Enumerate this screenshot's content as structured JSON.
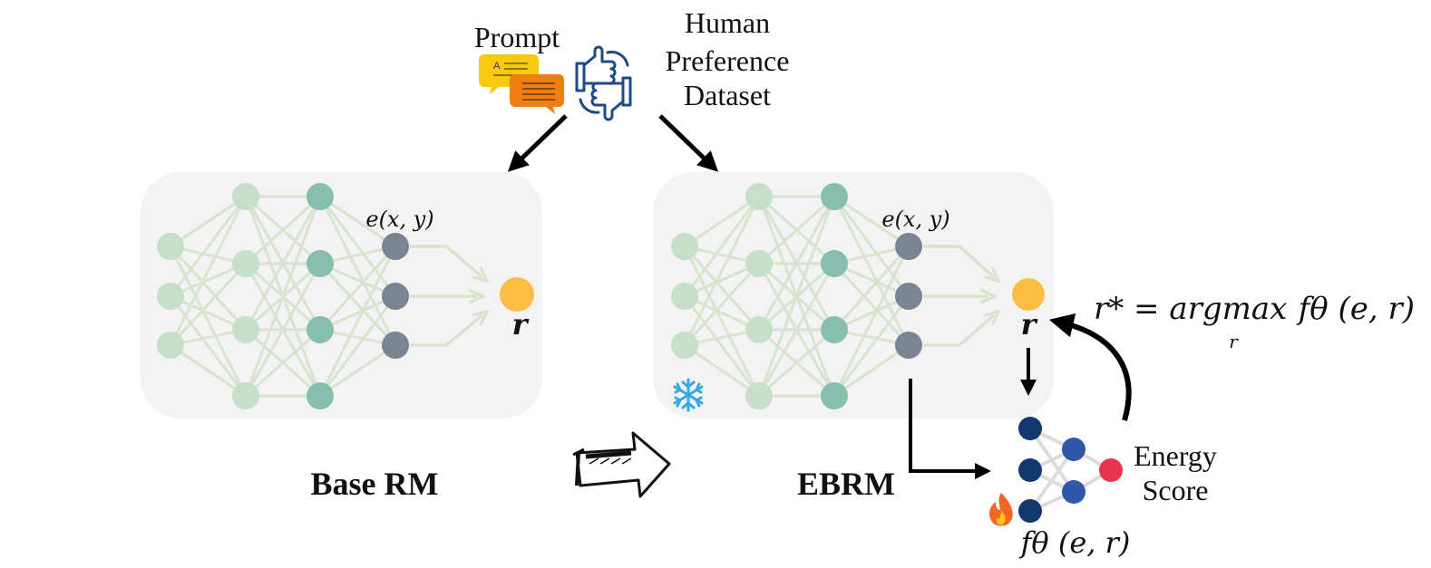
{
  "labels": {
    "prompt": "Prompt",
    "dataset_line1": "Human",
    "dataset_line2": "Preference",
    "dataset_line3": "Dataset",
    "embedding_left": "e(x, y)",
    "embedding_right": "e(x, y)",
    "reward_left": "r",
    "reward_right": "r",
    "base_rm": "Base RM",
    "ebrm": "EBRM",
    "energy_line1": "Energy",
    "energy_line2": "Score",
    "equation_lhs": "r* = argmax",
    "equation_rhs": "fθ (e, r)",
    "equation_sub": "r",
    "energy_fn": "fθ (e, r)"
  },
  "icons": {
    "prompt": "speech-bubbles-icon",
    "dataset": "thumbs-up-down-icon",
    "frozen": "snowflake-icon",
    "trainable": "fire-icon",
    "transition": "hand-drawn-arrow-icon"
  },
  "colors": {
    "panel": "#f3f3f3",
    "node_input": "#c5dfc9",
    "node_hidden1": "#c5dfc9",
    "node_hidden2": "#86bfae",
    "node_embed": "#7a8593",
    "node_reward": "#fbbd44",
    "edge": "#d9e4cf",
    "ebrm_node": "#11386f",
    "ebrm_hidden": "#3058a8",
    "ebrm_out": "#e8344f",
    "snowflake": "#3aa8e0",
    "fire": "#f26522"
  }
}
